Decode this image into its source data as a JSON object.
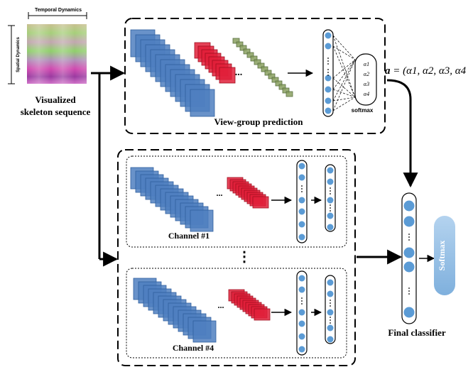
{
  "input": {
    "top_label": "Temporal Dynamics",
    "side_label": "Spatial Dynamics",
    "caption_line1": "Visualized",
    "caption_line2": "skeleton sequence"
  },
  "view_group": {
    "title": "View-group prediction",
    "softmax_label": "softmax",
    "ellipsis": "...",
    "alpha_labels": [
      "α1",
      "α2",
      "α3",
      "α4"
    ],
    "equation": "a = (α1, α2, α3, α4"
  },
  "channels": [
    {
      "label": "Channel #1",
      "ellipsis": "..."
    },
    {
      "label": "Channel #4",
      "ellipsis": "..."
    }
  ],
  "between_channels": "⋮",
  "final": {
    "title": "Final classifier",
    "softmax_button": "Softmax"
  },
  "colors": {
    "blue_stack": "#4f7fc0",
    "red_stack": "#e0203a",
    "green_stack": "#8aa060",
    "node_fill": "#5b9bd5",
    "softmax_fill": "#9dc3e6"
  }
}
